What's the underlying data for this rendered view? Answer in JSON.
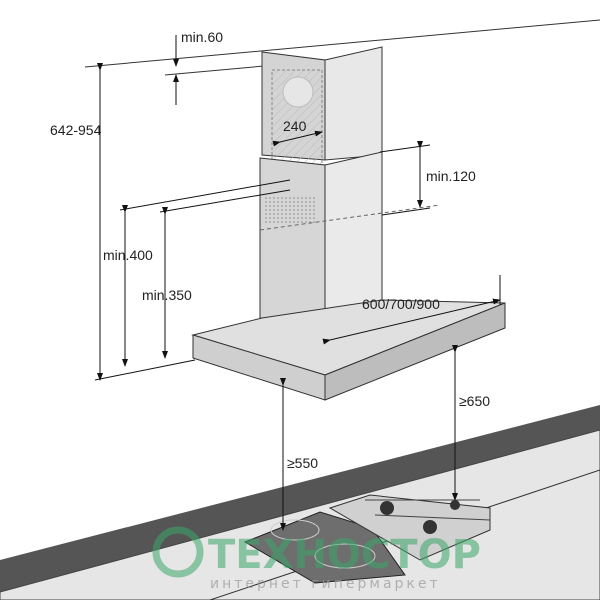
{
  "dimensions": {
    "min_gap_top": "min.60",
    "total_height": "642-954",
    "chimney_width": "240",
    "chimney_overlap": "min.120",
    "min_400": "min.400",
    "min_350": "min.350",
    "hood_width": "600/700/900",
    "gas_clearance": "≥650",
    "electric_clearance": "≥550"
  },
  "watermark": {
    "brand": "ТЕХНОСТОР",
    "tagline": "интернет гипермаркет"
  },
  "colors": {
    "steel": "#d9d9d9",
    "counter_edge": "#555555",
    "hob_glass": "#6e6e6e",
    "watermark": "#3aa86a"
  }
}
